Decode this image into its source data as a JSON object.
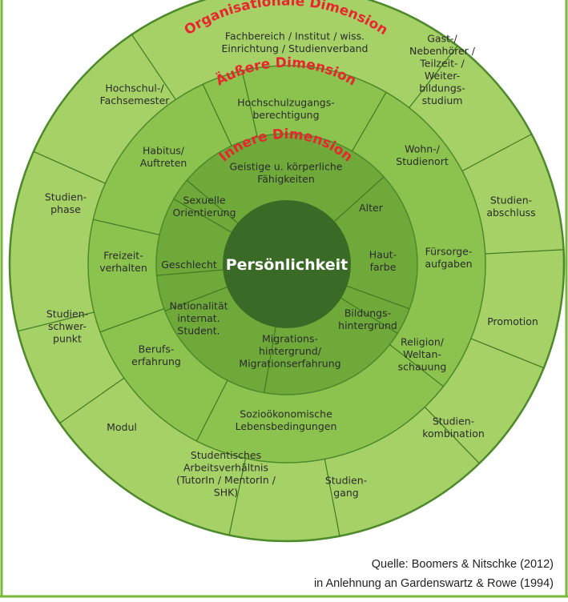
{
  "colors": {
    "outer_ring": "#a6d167",
    "outer_dimension_ring": "#8cc24e",
    "inner_dimension_ring": "#6ea93a",
    "core": "#3a6b26",
    "ring_border": "#4c8a2a",
    "dimension_title": "#e8262e",
    "frame_border": "#78b83a"
  },
  "center": {
    "label": "Persönlichkeit"
  },
  "dimensions": {
    "organisational": "Organisationale Dimension",
    "outer": "Äußere Dimension",
    "inner": "Innere Dimension"
  },
  "organisational_items": [
    [
      "Fachbereich / Institut / wiss.",
      "Einrichtung / Studienverband"
    ],
    [
      "Gast-/",
      "Nebenhörer /",
      "Teilzeit- /",
      "Weiter-",
      "bildungs-",
      "studium"
    ],
    [
      "Studien-",
      "abschluss"
    ],
    [
      "Fürsorge-",
      "aufgaben"
    ],
    [
      "Promotion"
    ],
    [
      "Studien-",
      "kombination"
    ],
    [
      "Studien-",
      "gang"
    ],
    [
      "Studentisches",
      "Arbeitsverhältnis",
      "(TutorIn / MentorIn /",
      "SHK)"
    ],
    [
      "Modul"
    ],
    [
      "Studien-",
      "schwer-",
      "punkt"
    ],
    [
      "Studien-",
      "phase"
    ],
    [
      "Hochschul-/",
      "Fachsemester"
    ]
  ],
  "outer_items": [
    [
      "Hochschulzugangs-",
      "berechtigung"
    ],
    [
      "Wohn-/",
      "Studienort"
    ],
    [
      "Religion/",
      "Weltan-",
      "schauung"
    ],
    [
      "Sozioökonomische",
      "Lebensbedingungen"
    ],
    [
      "Berufs-",
      "erfahrung"
    ],
    [
      "Freizeit-",
      "verhalten"
    ],
    [
      "Habitus/",
      "Auftreten"
    ]
  ],
  "inner_items": [
    [
      "Geistige u. körperliche",
      "Fähigkeiten"
    ],
    [
      "Alter"
    ],
    [
      "Haut-",
      "farbe"
    ],
    [
      "Bildungs-",
      "hintergrund"
    ],
    [
      "Migrations-",
      "hintergrund/",
      "Migrationserfahrung"
    ],
    [
      "Nationalität",
      "internat.",
      "Student."
    ],
    [
      "Geschlecht"
    ],
    [
      "Sexuelle",
      "Orientierung"
    ]
  ],
  "source": {
    "line1": "Quelle: Boomers & Nitschke (2012)",
    "line2": "in Anlehnung an Gardenswartz & Rowe (1994)"
  }
}
